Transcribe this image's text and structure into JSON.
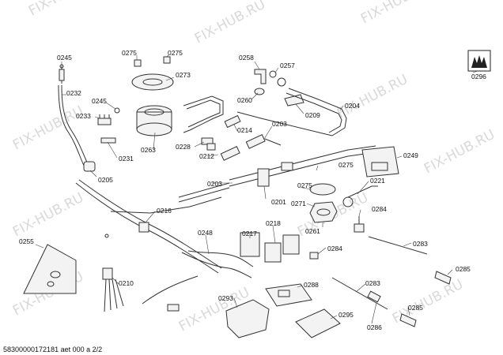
{
  "watermark": "FIX-HUB.RU",
  "footer": "58300000172181 aet 000 a 2/2",
  "callouts": {
    "c0245a": "0245",
    "c0275a": "0275",
    "c0275b": "0275",
    "c0273": "0273",
    "c0258": "0258",
    "c0257": "0257",
    "c0260": "0260",
    "c0209": "0209",
    "c0204": "0204",
    "c0296": "0296",
    "c0232": "0232",
    "c0245b": "0245",
    "c0233": "0233",
    "c0263": "0263",
    "c0228": "0228",
    "c0214": "0214",
    "c0203a": "0203",
    "c0231": "0231",
    "c0212": "0212",
    "c0205": "0205",
    "c0203b": "0203",
    "c0249": "0249",
    "c0275c": "0275",
    "c0221": "0221",
    "c0275d": "0275",
    "c0201": "0201",
    "c0271": "0271",
    "c0216": "0216",
    "c0284a": "0284",
    "c0261": "0261",
    "c0255": "0255",
    "c0248": "0248",
    "c0217": "0217",
    "c0218": "0218",
    "c0283a": "0283",
    "c0284b": "0284",
    "c0285a": "0285",
    "c0210": "0210",
    "c0288": "0288",
    "c0283b": "0283",
    "c0293": "0293",
    "c0285b": "0285",
    "c0295": "0295",
    "c0286": "0286"
  }
}
